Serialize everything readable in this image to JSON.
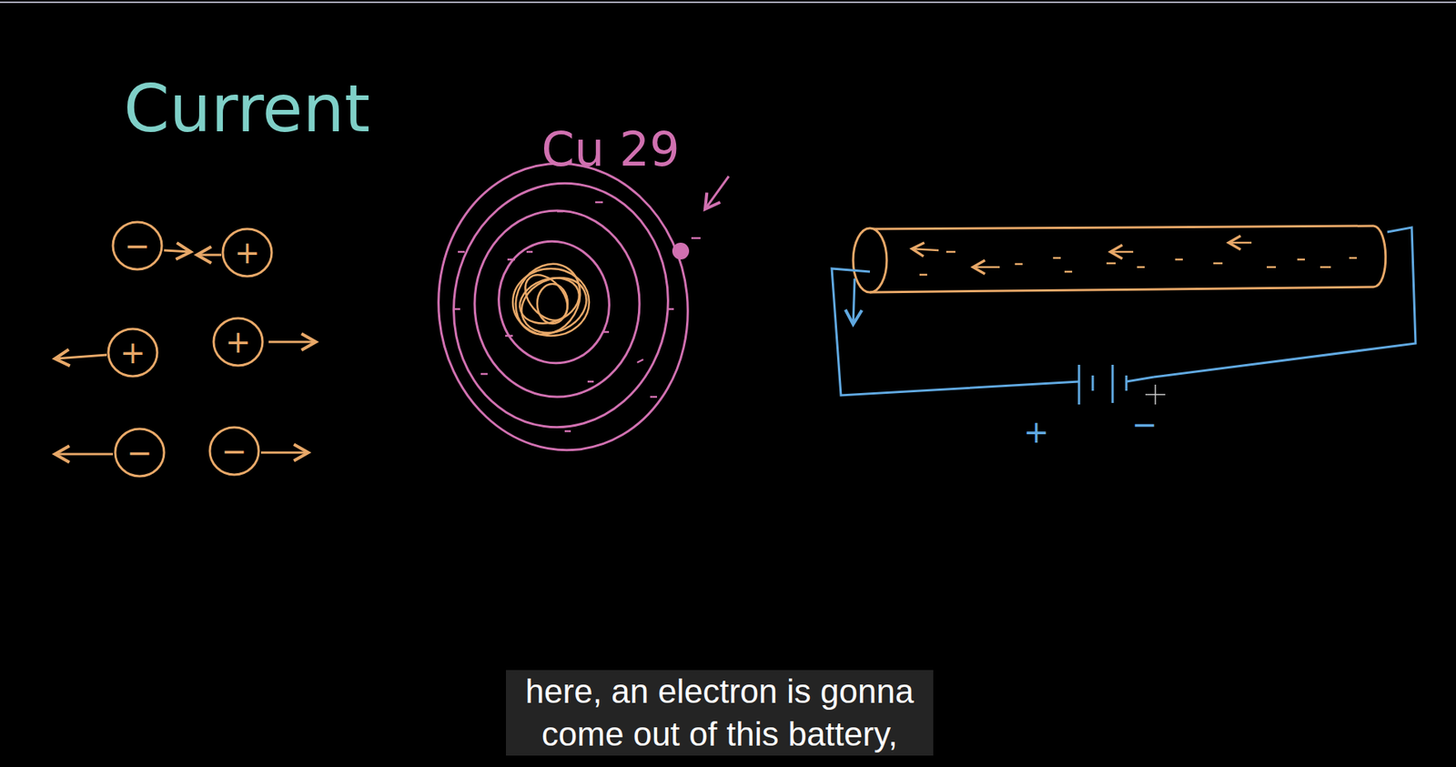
{
  "diagram": {
    "title": "Current",
    "caption": "here, an electron is gonna come out of this battery,",
    "nodes": [
      {
        "text": [
          "−"
        ]
      },
      {
        "text": [
          "+"
        ]
      },
      {
        "text": [
          "+"
        ]
      },
      {
        "text": [
          "+"
        ]
      },
      {
        "text": [
          "−"
        ]
      },
      {
        "text": [
          "−"
        ]
      }
    ],
    "labels": [
      "Cu 29",
      "+",
      "−"
    ]
  }
}
